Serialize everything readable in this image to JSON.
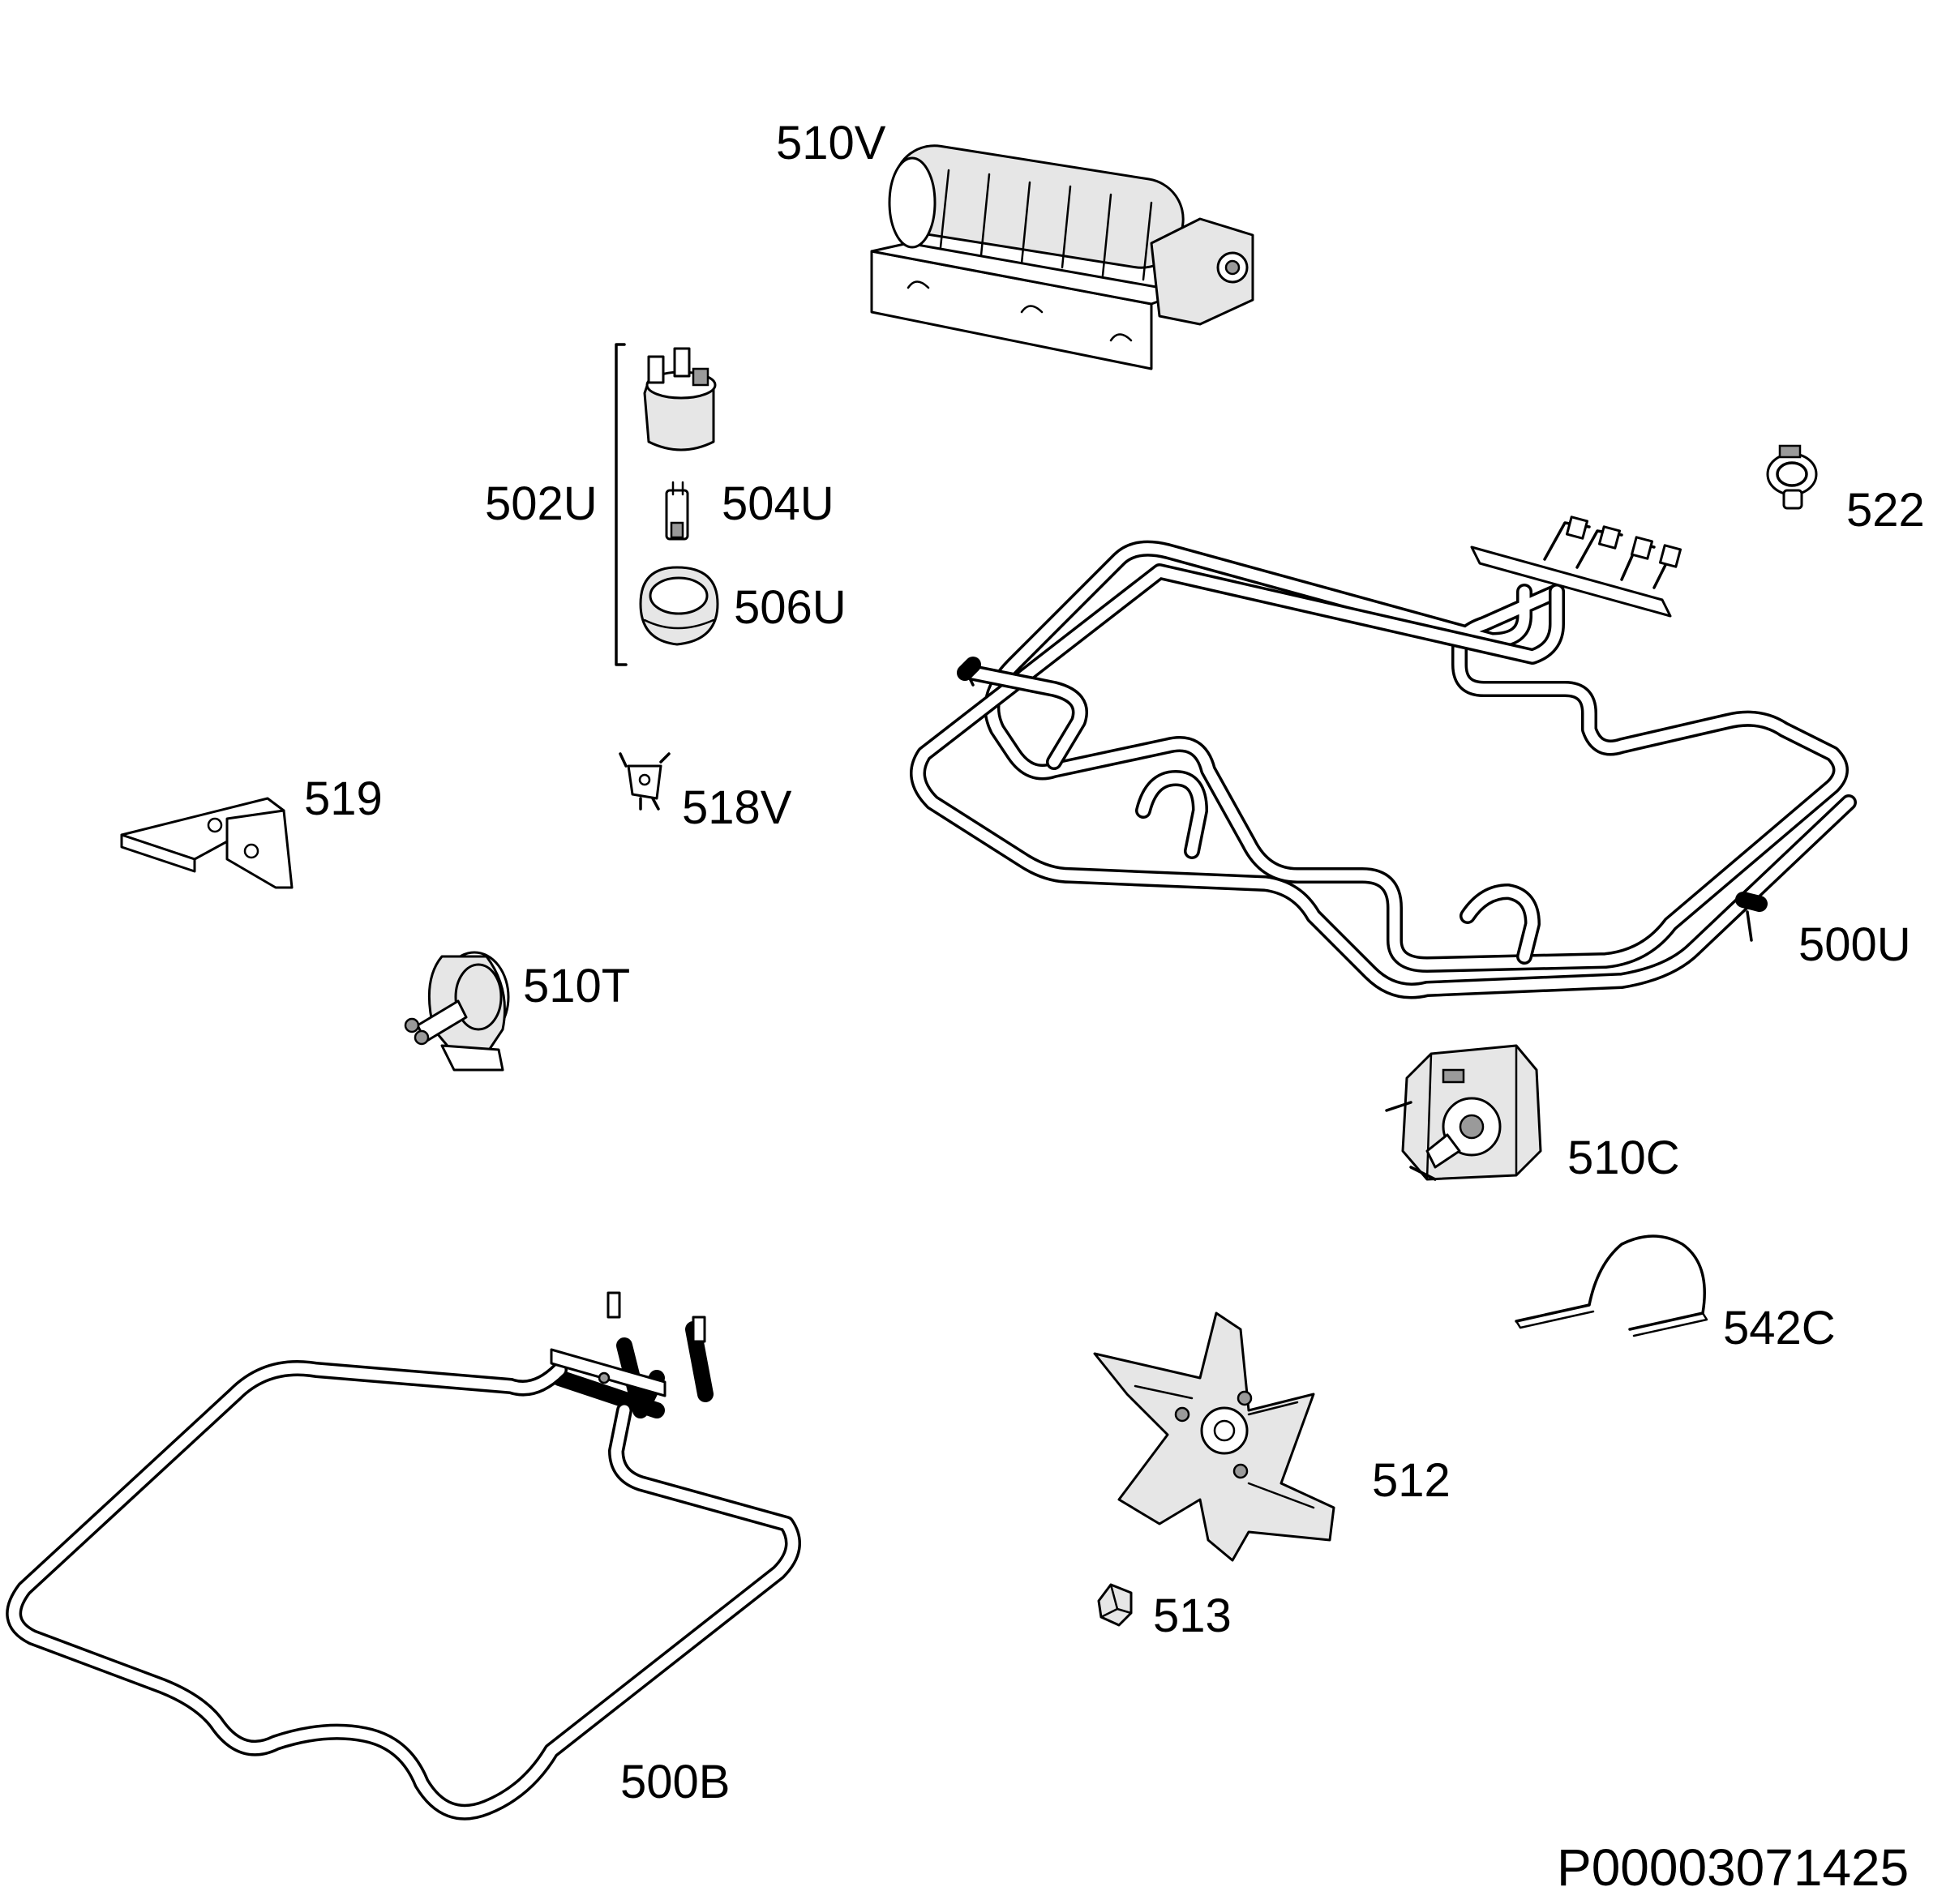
{
  "labels": {
    "510V": "510V",
    "502U": "502U",
    "504U": "504U",
    "506U": "506U",
    "522": "522",
    "519": "519",
    "518V": "518V",
    "500U": "500U",
    "510T": "510T",
    "510C": "510C",
    "542C": "542C",
    "512": "512",
    "513": "513",
    "500B": "500B"
  },
  "drawing_number": "P00003071425"
}
